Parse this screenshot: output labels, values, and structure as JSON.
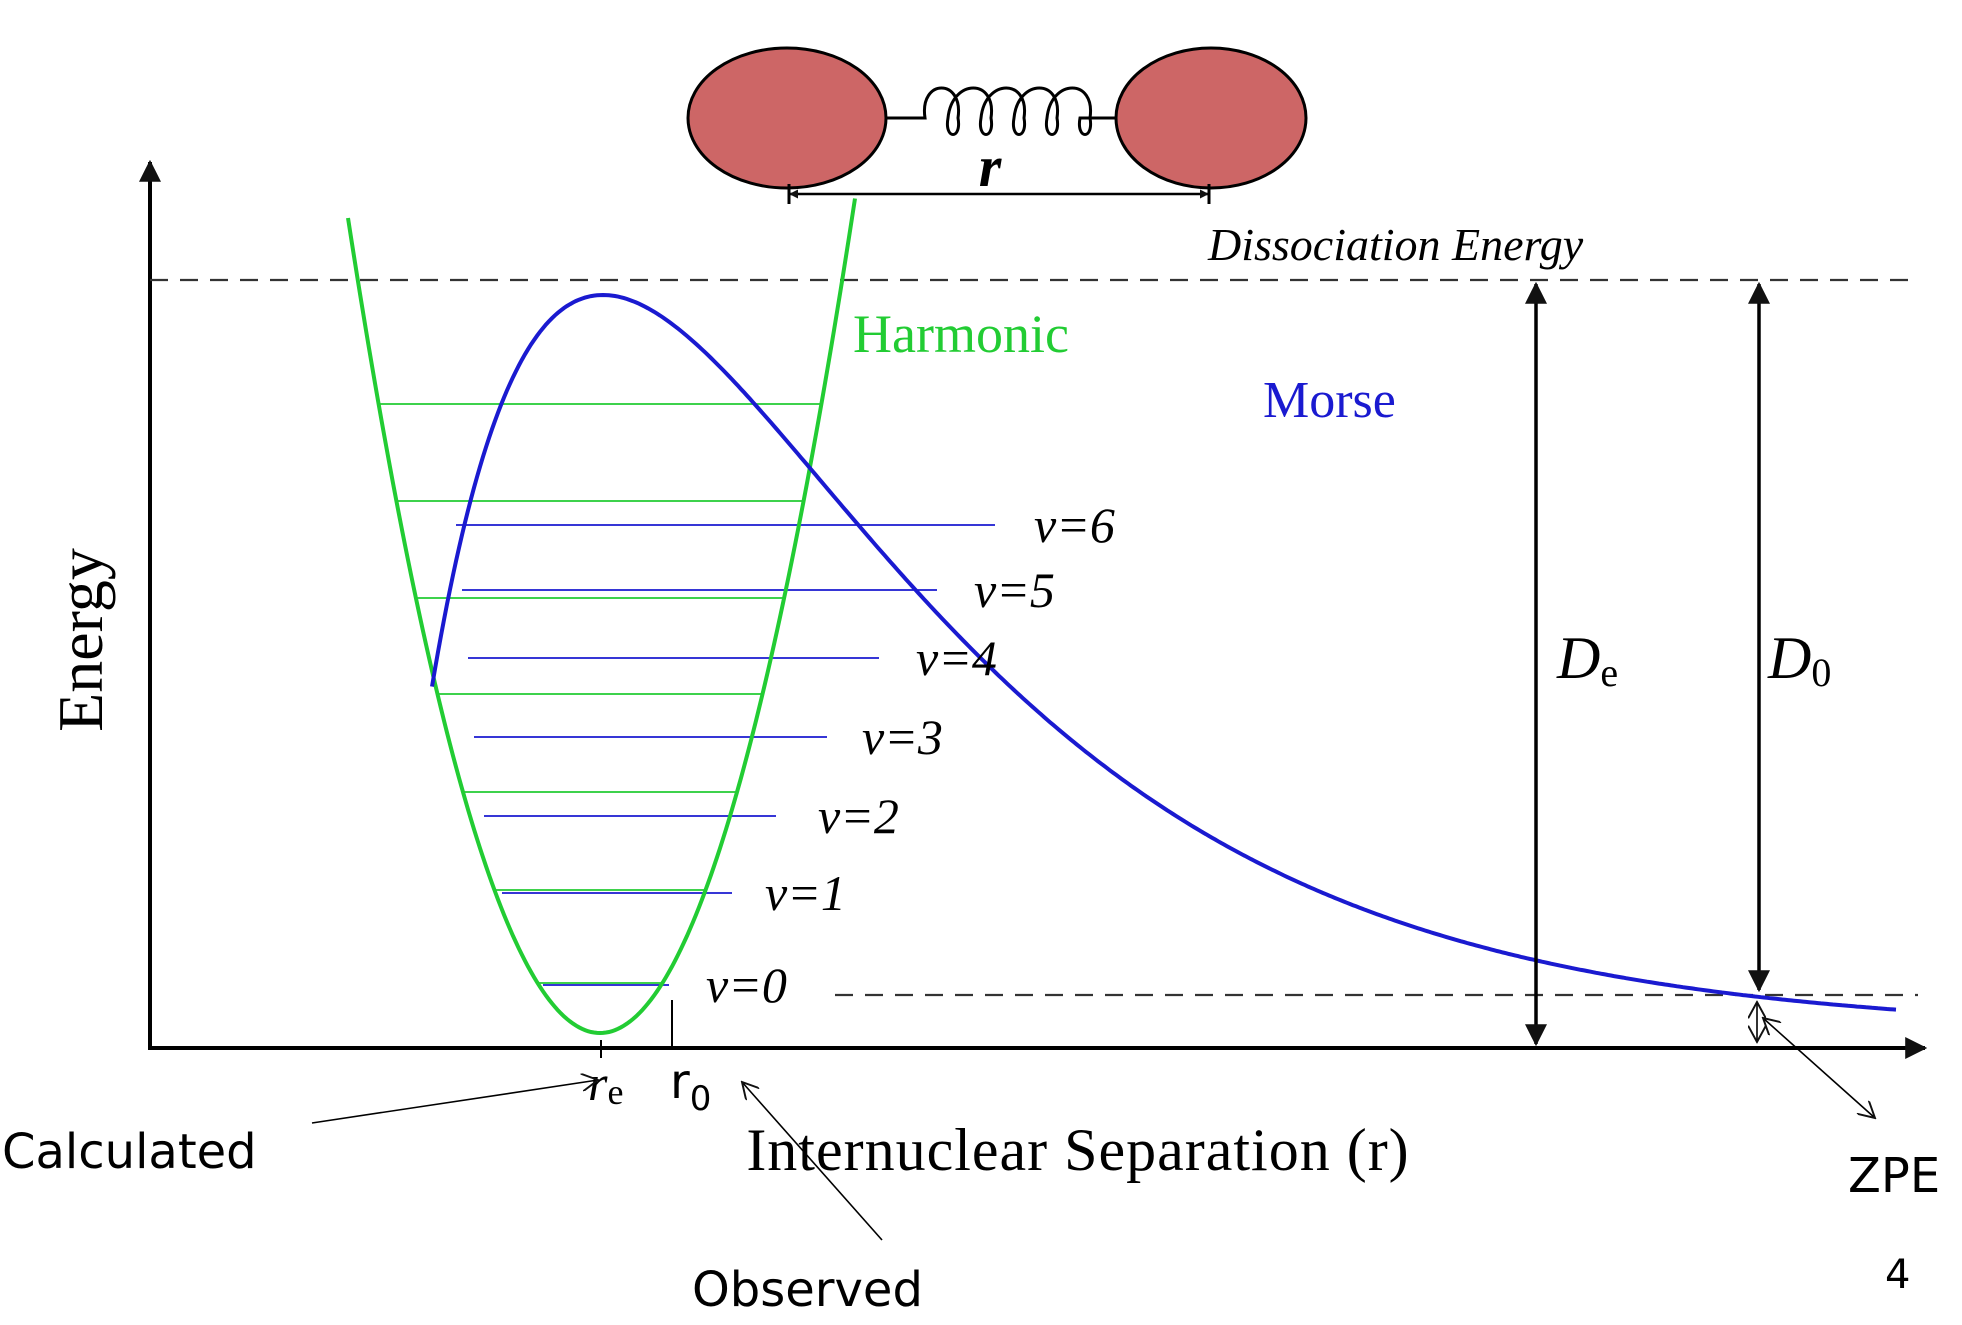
{
  "diagram": {
    "molecule": {
      "bond_label": "r",
      "atom_color": "#cd6666"
    },
    "dissociation_label": "Dissociation Energy",
    "harmonic_label": "Harmonic",
    "morse_label": "Morse",
    "harmonic_color": "#22cc33",
    "morse_color": "#1a1ad0",
    "levels": [
      {
        "label": "v=0"
      },
      {
        "label": "v=1"
      },
      {
        "label": "v=2"
      },
      {
        "label": "v=3"
      },
      {
        "label": "v=4"
      },
      {
        "label": "v=5"
      },
      {
        "label": "v=6"
      }
    ],
    "de_label": {
      "main": "D",
      "sub": "e"
    },
    "d0_label": {
      "main": "D",
      "sub": "0"
    },
    "y_axis_label": "Energy",
    "x_axis_label": "Internuclear Separation (r)",
    "re_label": {
      "main": "r",
      "sub": "e"
    },
    "r0_label": {
      "main": "r",
      "sub": "0"
    }
  },
  "annotations": {
    "calculated": "Calculated",
    "observed": "Observed",
    "zpe": "ZPE"
  },
  "page_number": "4"
}
